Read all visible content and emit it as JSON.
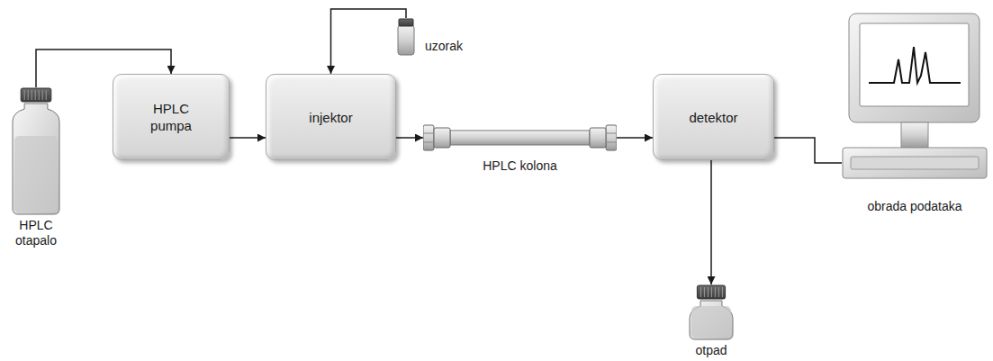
{
  "diagram": {
    "nodes": [
      {
        "text": [
          "HPLC otapalo"
        ]
      },
      {
        "text": [
          "HPLC pumpa"
        ]
      },
      {
        "text": [
          "injektor"
        ]
      },
      {
        "text": [
          "uzorak"
        ]
      },
      {
        "text": [
          "HPLC kolona"
        ]
      },
      {
        "text": [
          "detektor"
        ]
      },
      {
        "text": [
          "otpad"
        ]
      },
      {
        "text": [
          "obrada podataka"
        ]
      }
    ],
    "edges": [
      {
        "from": 0,
        "to": 1,
        "arrow": "to"
      },
      {
        "from": 1,
        "to": 2,
        "arrow": "to"
      },
      {
        "from": 3,
        "to": 2,
        "arrow": "to"
      },
      {
        "from": 2,
        "to": 4,
        "arrow": "to"
      },
      {
        "from": 4,
        "to": 5,
        "arrow": "to"
      },
      {
        "from": 5,
        "to": 6,
        "arrow": "to"
      },
      {
        "from": 5,
        "to": 7,
        "arrow": "none"
      }
    ]
  }
}
